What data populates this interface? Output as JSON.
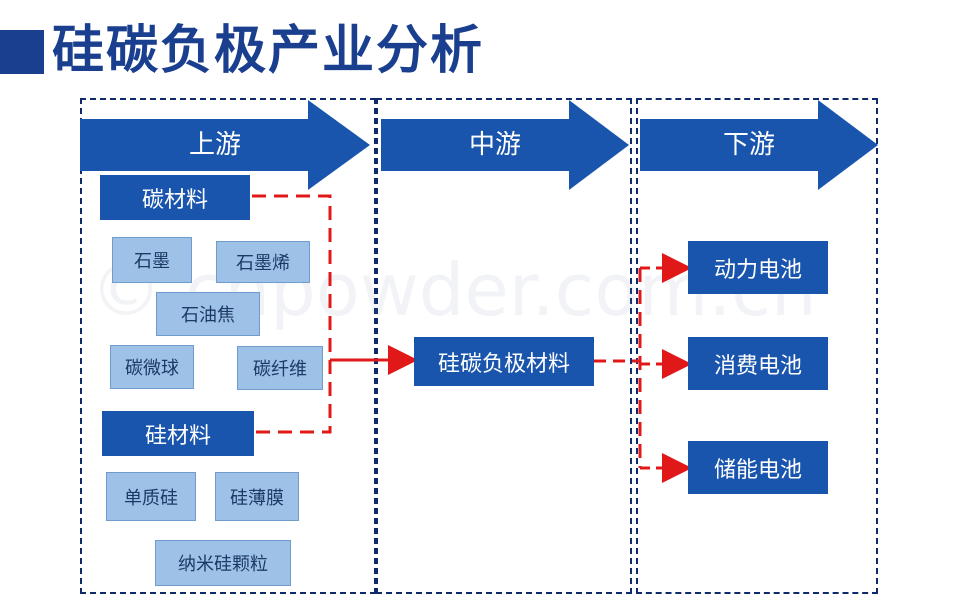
{
  "title": "硅碳负极产业分析",
  "watermark": "© cnpowder.com.cn",
  "stages": {
    "upstream": "上游",
    "midstream": "中游",
    "downstream": "下游"
  },
  "upstream": {
    "carbon_material": "碳材料",
    "carbon_items": [
      "石墨",
      "石墨烯",
      "石油焦",
      "碳微球",
      "碳纤维"
    ],
    "silicon_material": "硅材料",
    "silicon_items": [
      "单质硅",
      "硅薄膜",
      "纳米硅颗粒"
    ]
  },
  "midstream": {
    "product": "硅碳负极材料"
  },
  "downstream": {
    "items": [
      "动力电池",
      "消费电池",
      "储能电池"
    ]
  },
  "colors": {
    "title": "#1b3f8f",
    "arrow": "#1a55ad",
    "dark_box": "#1a55ad",
    "light_box": "#9ec2e7",
    "connector": "#e01818",
    "panel_border": "#0f2a6b"
  }
}
